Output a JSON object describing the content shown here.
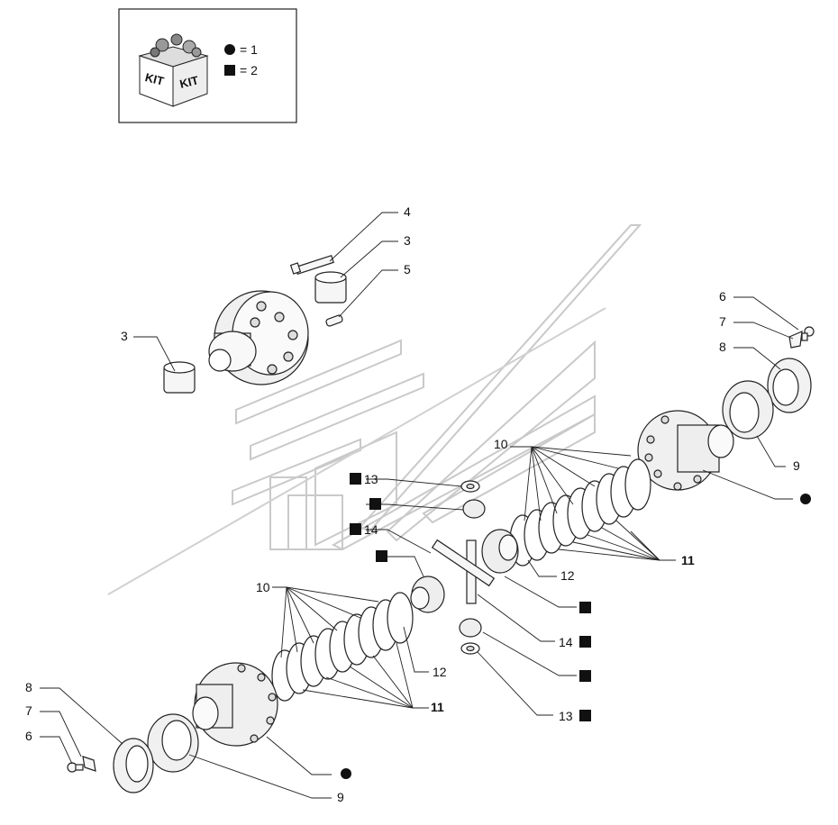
{
  "legend": {
    "kit_text": "KIT",
    "circle_qty": "= 1",
    "square_qty": "= 2"
  },
  "callouts": {
    "c4": "4",
    "c3_top": "3",
    "c5": "5",
    "c3_left": "3",
    "c6_right": "6",
    "c7_right": "7",
    "c8_right": "8",
    "c9_right": "9",
    "c10_upper": "10",
    "c13_upper": "13",
    "c14_upper": "14",
    "c12_upper": "12",
    "c11_upper": "11",
    "c10_lower": "10",
    "c12_lower": "12",
    "c11_lower": "11",
    "c14_lower": "14",
    "c13_lower": "13",
    "c8_left": "8",
    "c7_left": "7",
    "c6_left": "6",
    "c9_left": "9"
  },
  "colors": {
    "line": "#222222",
    "watermark": "#c8c8c8",
    "part_fill": "#f4f4f4"
  }
}
